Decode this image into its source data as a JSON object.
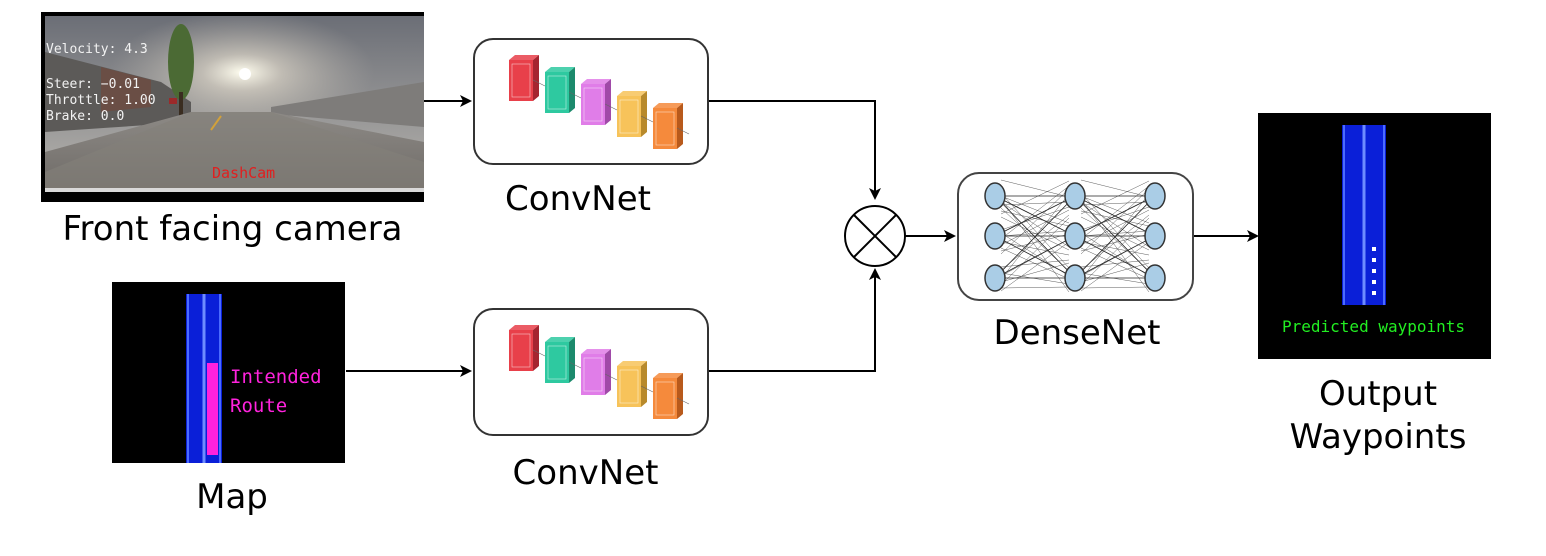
{
  "camera": {
    "caption": "Front facing camera",
    "hud": {
      "velocity": "Velocity: 4.3",
      "steer": "Steer: −0.01",
      "throttle": "Throttle: 1.00",
      "brake": "Brake: 0.0"
    },
    "label": "DashCam",
    "label_color": "#e02020"
  },
  "map": {
    "caption": "Map",
    "route_label_line1": "Intended",
    "route_label_line2": "Route",
    "route_color": "#ff22dd",
    "lane_color": "#1f3fff"
  },
  "convnet_top": {
    "caption": "ConvNet"
  },
  "convnet_bottom": {
    "caption": "ConvNet"
  },
  "densenet": {
    "caption": "DenseNet",
    "layers": 3,
    "nodes_per_layer": 3,
    "node_color": "#aacde6"
  },
  "output": {
    "caption_line1": "Output",
    "caption_line2": "Waypoints",
    "label": "Predicted waypoints",
    "label_color": "#22ee22",
    "waypoint_count": 5
  },
  "combine": {
    "symbol": "⊗"
  }
}
